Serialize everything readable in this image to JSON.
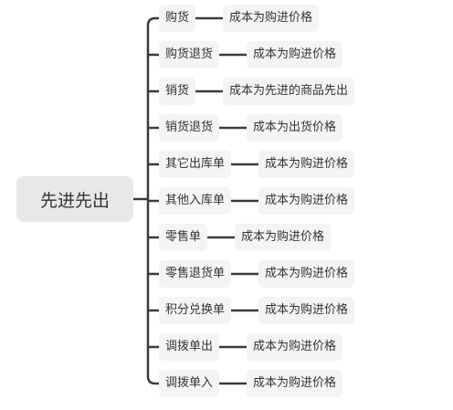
{
  "root": {
    "label": "先进先出"
  },
  "branches": [
    {
      "label": "购货",
      "detail": "成本为购进价格"
    },
    {
      "label": "购货退货",
      "detail": "成本为购进价格"
    },
    {
      "label": "销货",
      "detail": "成本为先进的商品先出"
    },
    {
      "label": "销货退货",
      "detail": "成本为出货价格"
    },
    {
      "label": "其它出库单",
      "detail": "成本为购进价格"
    },
    {
      "label": "其他入库单",
      "detail": "成本为购进价格"
    },
    {
      "label": "零售单",
      "detail": "成本为购进价格"
    },
    {
      "label": "零售退货单",
      "detail": "成本为购进价格"
    },
    {
      "label": "积分兑换单",
      "detail": "成本为购进价格"
    },
    {
      "label": "调拨单出",
      "detail": "成本为购进价格"
    },
    {
      "label": "调拨单入",
      "detail": "成本为购进价格"
    }
  ],
  "colors": {
    "line": "#3a3a3a",
    "node_bg": "#f4f4f4",
    "root_bg": "#e8e8e8"
  }
}
